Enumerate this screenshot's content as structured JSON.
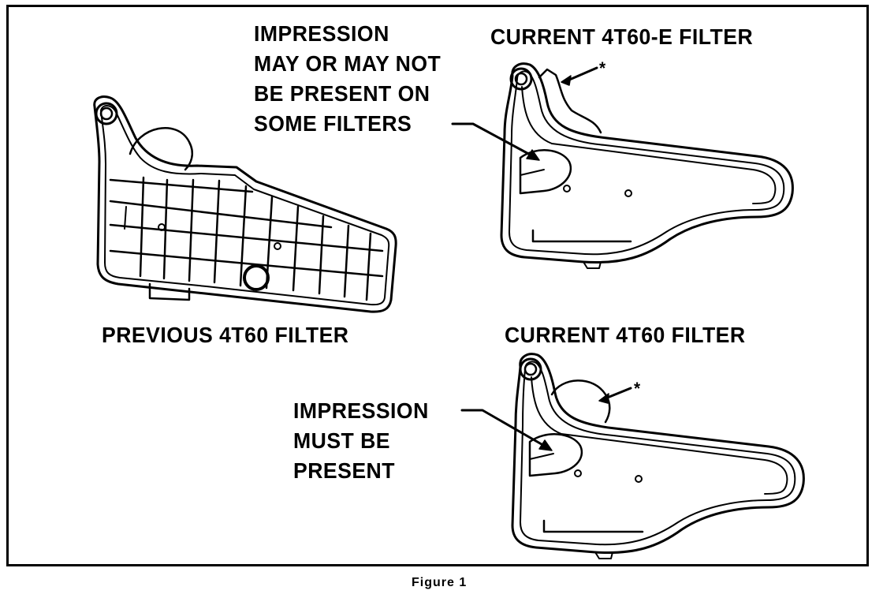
{
  "figure": {
    "caption": "Figure 1",
    "labels": {
      "previous_4t60": "PREVIOUS 4T60 FILTER",
      "current_4t60e": "CURRENT 4T60-E FILTER",
      "current_4t60": "CURRENT 4T60 FILTER"
    },
    "callouts": {
      "impression_optional": [
        "IMPRESSION",
        "MAY OR MAY NOT",
        "BE PRESENT ON",
        "SOME FILTERS"
      ],
      "impression_required": [
        "IMPRESSION",
        "MUST BE",
        "PRESENT"
      ],
      "asterisk": "*"
    }
  }
}
